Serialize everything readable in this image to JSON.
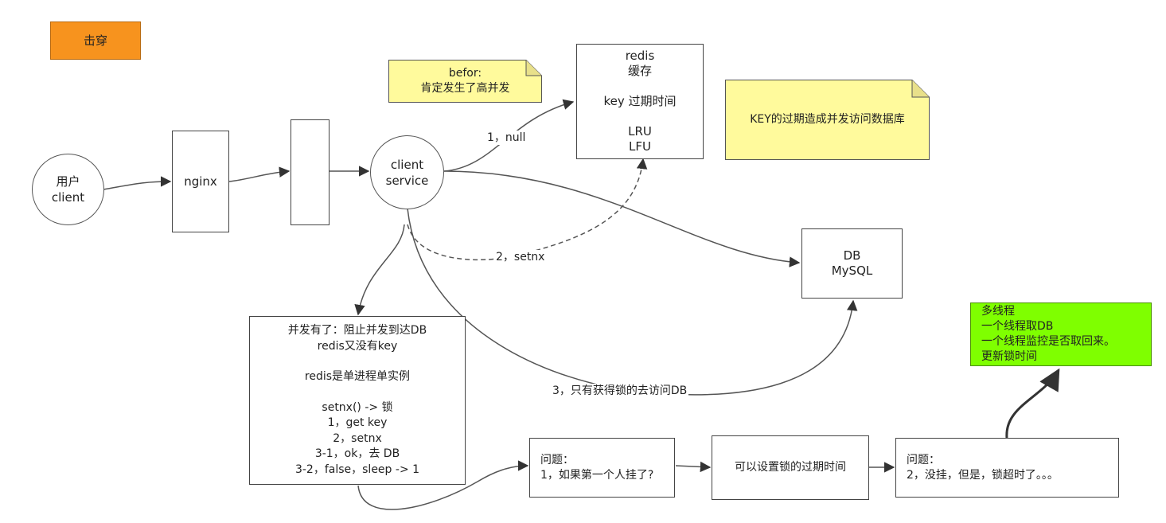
{
  "tag": {
    "text": "击穿",
    "color": "#f7931e"
  },
  "user": {
    "line1": "用户",
    "line2": "client"
  },
  "nginx": {
    "text": "nginx"
  },
  "service": {
    "line1": "client",
    "line2": "service"
  },
  "redis": {
    "lines": [
      "redis",
      "缓存",
      "",
      "key 过期时间",
      "",
      "LRU",
      "LFU"
    ]
  },
  "db": {
    "line1": "DB",
    "line2": "MySQL"
  },
  "note_before": {
    "line1": "befor:",
    "line2": "肯定发生了高并发",
    "color": "#fffa9c"
  },
  "note_key": {
    "text": "KEY的过期造成并发访问数据库",
    "color": "#fffa9c"
  },
  "concurrency": {
    "lines": [
      "并发有了：阻止并发到达DB",
      "redis又没有key",
      "",
      "redis是单进程单实例",
      "",
      "setnx()  ->  锁",
      "1，get key",
      "2，setnx",
      "3-1，ok，去 DB",
      "3-2，false，sleep  -> 1"
    ]
  },
  "problem1": {
    "line1": "问题：",
    "line2": "1，如果第一个人挂了?"
  },
  "lock_expire": {
    "text": "可以设置锁的过期时间"
  },
  "problem2": {
    "line1": "问题：",
    "line2": "2，没挂，但是，锁超时了。。。"
  },
  "multithread": {
    "lines": [
      "多线程",
      "一个线程取DB",
      "一个线程监控是否取回来。",
      "更新锁时间"
    ],
    "color": "#7fff00"
  },
  "edge_labels": {
    "null": "1，null",
    "setnx": "2，setnx",
    "lock_db": "3，只有获得锁的去访问DB"
  }
}
